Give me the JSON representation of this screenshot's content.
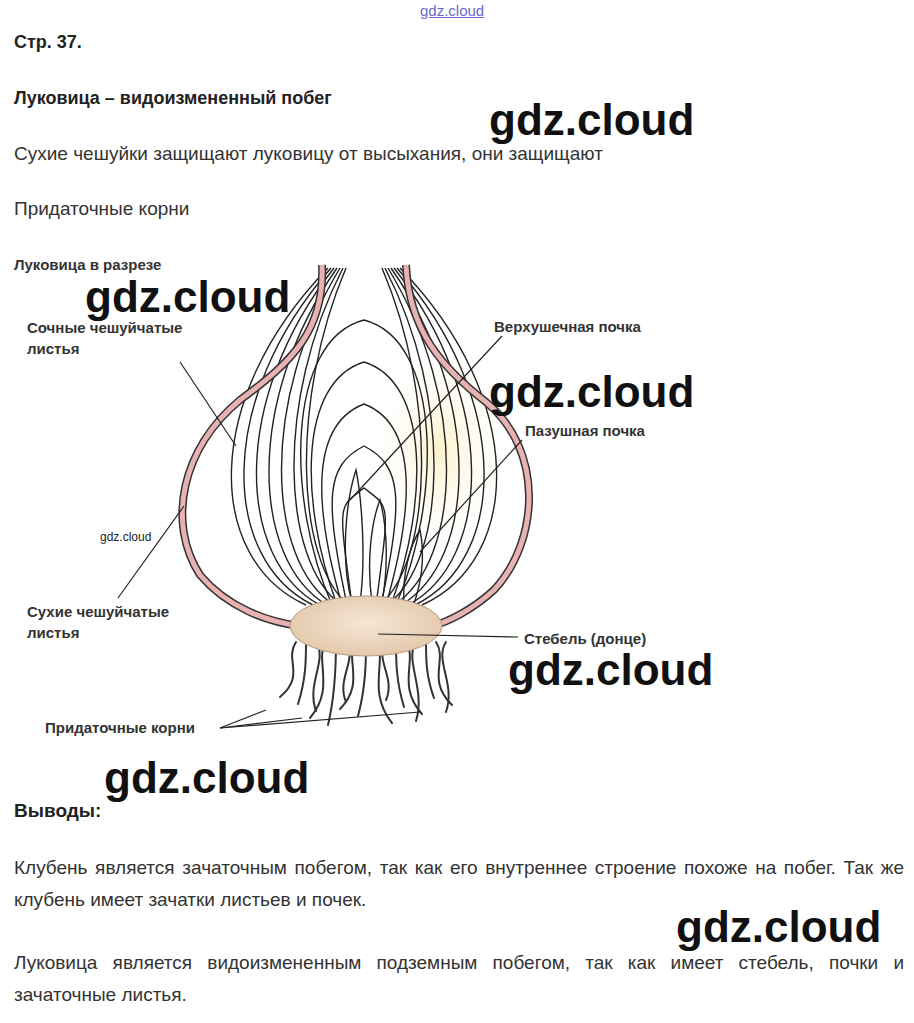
{
  "diagram": {
    "title": "Луковица – видоизмененный побег",
    "labels": [
      "gdz.cloud",
      "Стр. 37.",
      "gdz.cloud",
      "Сухие чешуйки защищают луковицу от высыхания, они защищают",
      "Придаточные корни",
      "Луковица в разрезе",
      "gdz.cloud",
      "Сочные чешуйчатые листья",
      "Верхушечная почка",
      "gdz.cloud",
      "Пазушная почка",
      "gdz.cloud",
      "Сухие чешуйчатые листья",
      "Стебель (донце)",
      "gdz.cloud",
      "Придаточные корни",
      "gdz.cloud",
      "Выводы:",
      "Клубень является зачаточным побегом, так как его внутреннее строение похоже на побег. Так же клубень имеет зачатки листьев и почек.",
      "gdz.cloud",
      "Луковица является видоизмененным подземным побегом, так как имеет стебель, почки и зачаточные листья."
    ]
  }
}
